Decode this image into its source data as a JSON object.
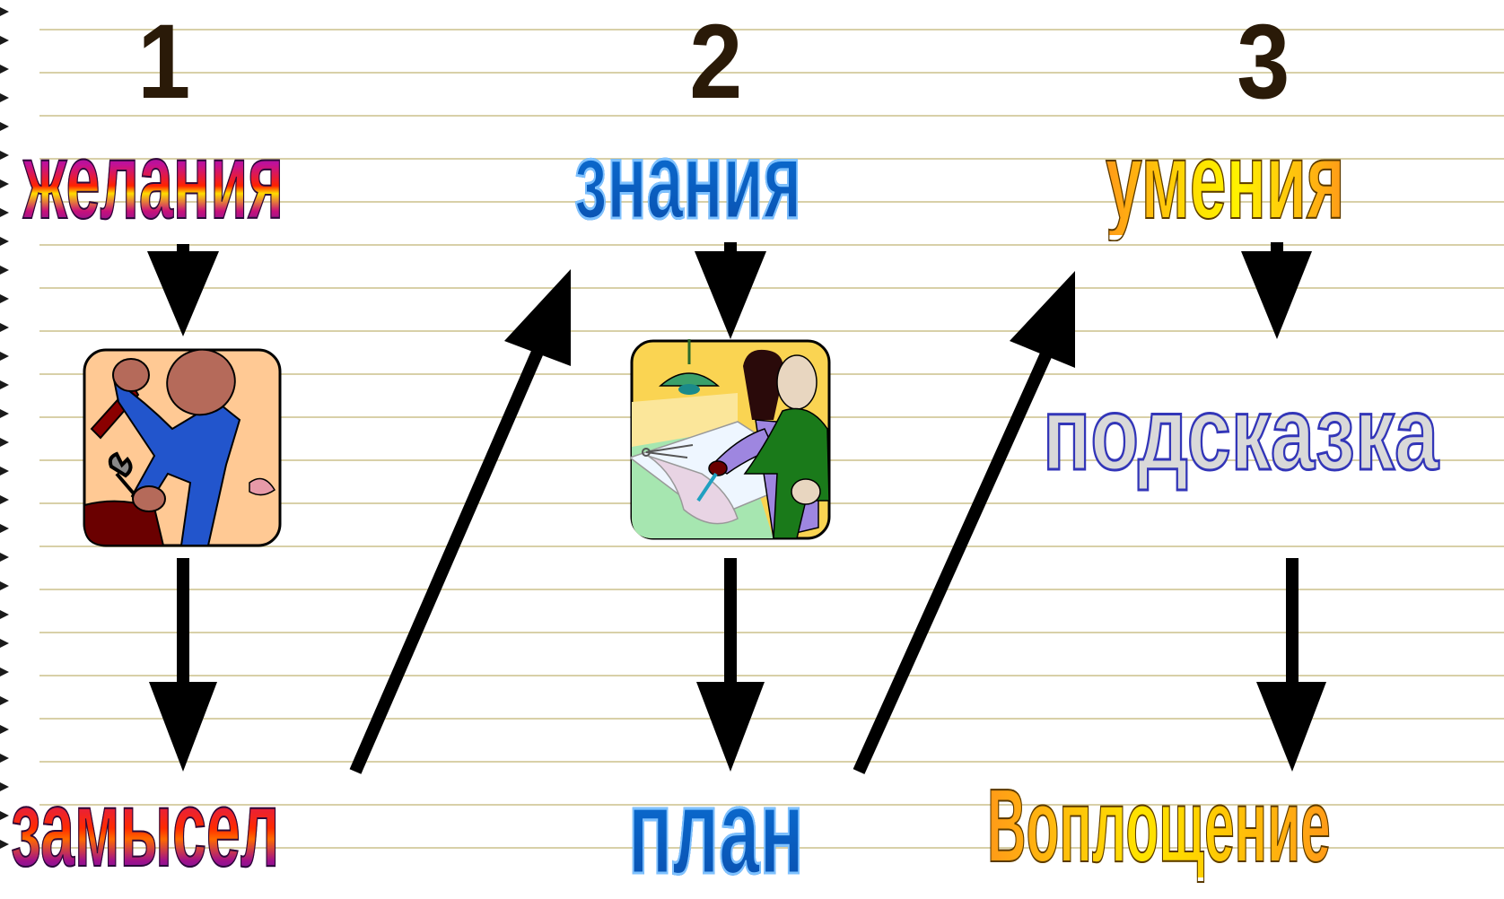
{
  "columns": [
    {
      "number": "1",
      "top_word": "желания",
      "bottom_word": "замысел"
    },
    {
      "number": "2",
      "top_word": "знания",
      "bottom_word": "план"
    },
    {
      "number": "3",
      "top_word": "умения",
      "middle_word": "подсказка",
      "bottom_word": "Воплощение"
    }
  ],
  "icons": [
    "mechanic-at-work-icon",
    "architects-with-blueprint-icon"
  ],
  "colors": {
    "rule_line": "#d8d0a8",
    "number": "#2a1a08",
    "arrow": "#000000"
  }
}
